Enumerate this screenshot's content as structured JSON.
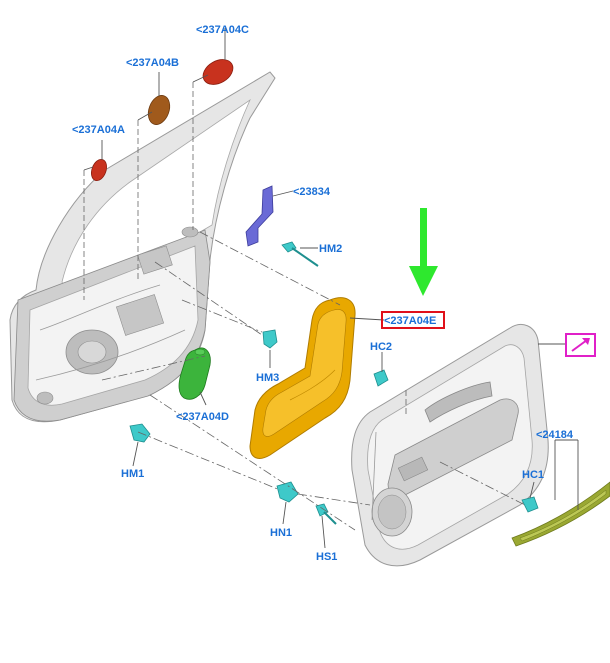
{
  "callouts": {
    "c_237a04c": "<237A04C",
    "c_237a04b": "<237A04B",
    "c_237a04a": "<237A04A",
    "c_23834": "<23834",
    "c_hm2": "HM2",
    "c_237a04e": "<237A04E",
    "c_hc2": "HC2",
    "c_hm3": "HM3",
    "c_237a04d": "<237A04D",
    "c_hm1": "HM1",
    "c_24184": "<24184",
    "c_hc1": "HC1",
    "c_hn1": "HN1",
    "c_hs1": "HS1"
  },
  "icons": {
    "highlight_arrow": "green-down-arrow-icon",
    "link_box": "external-link-icon"
  },
  "colors": {
    "callout_text": "#1a6fd6",
    "highlight_box": "#e0101a",
    "arrow": "#2ee82e",
    "link_box": "#e020c8",
    "seal_red": "#c8321e",
    "seal_brown": "#a05a1c",
    "seal_green": "#3cb43c",
    "watershield_yellow": "#e8a800",
    "bracket_blue": "#6a6ad6",
    "clip_cyan": "#3ec9c9",
    "trim_olive": "#9aa832"
  }
}
